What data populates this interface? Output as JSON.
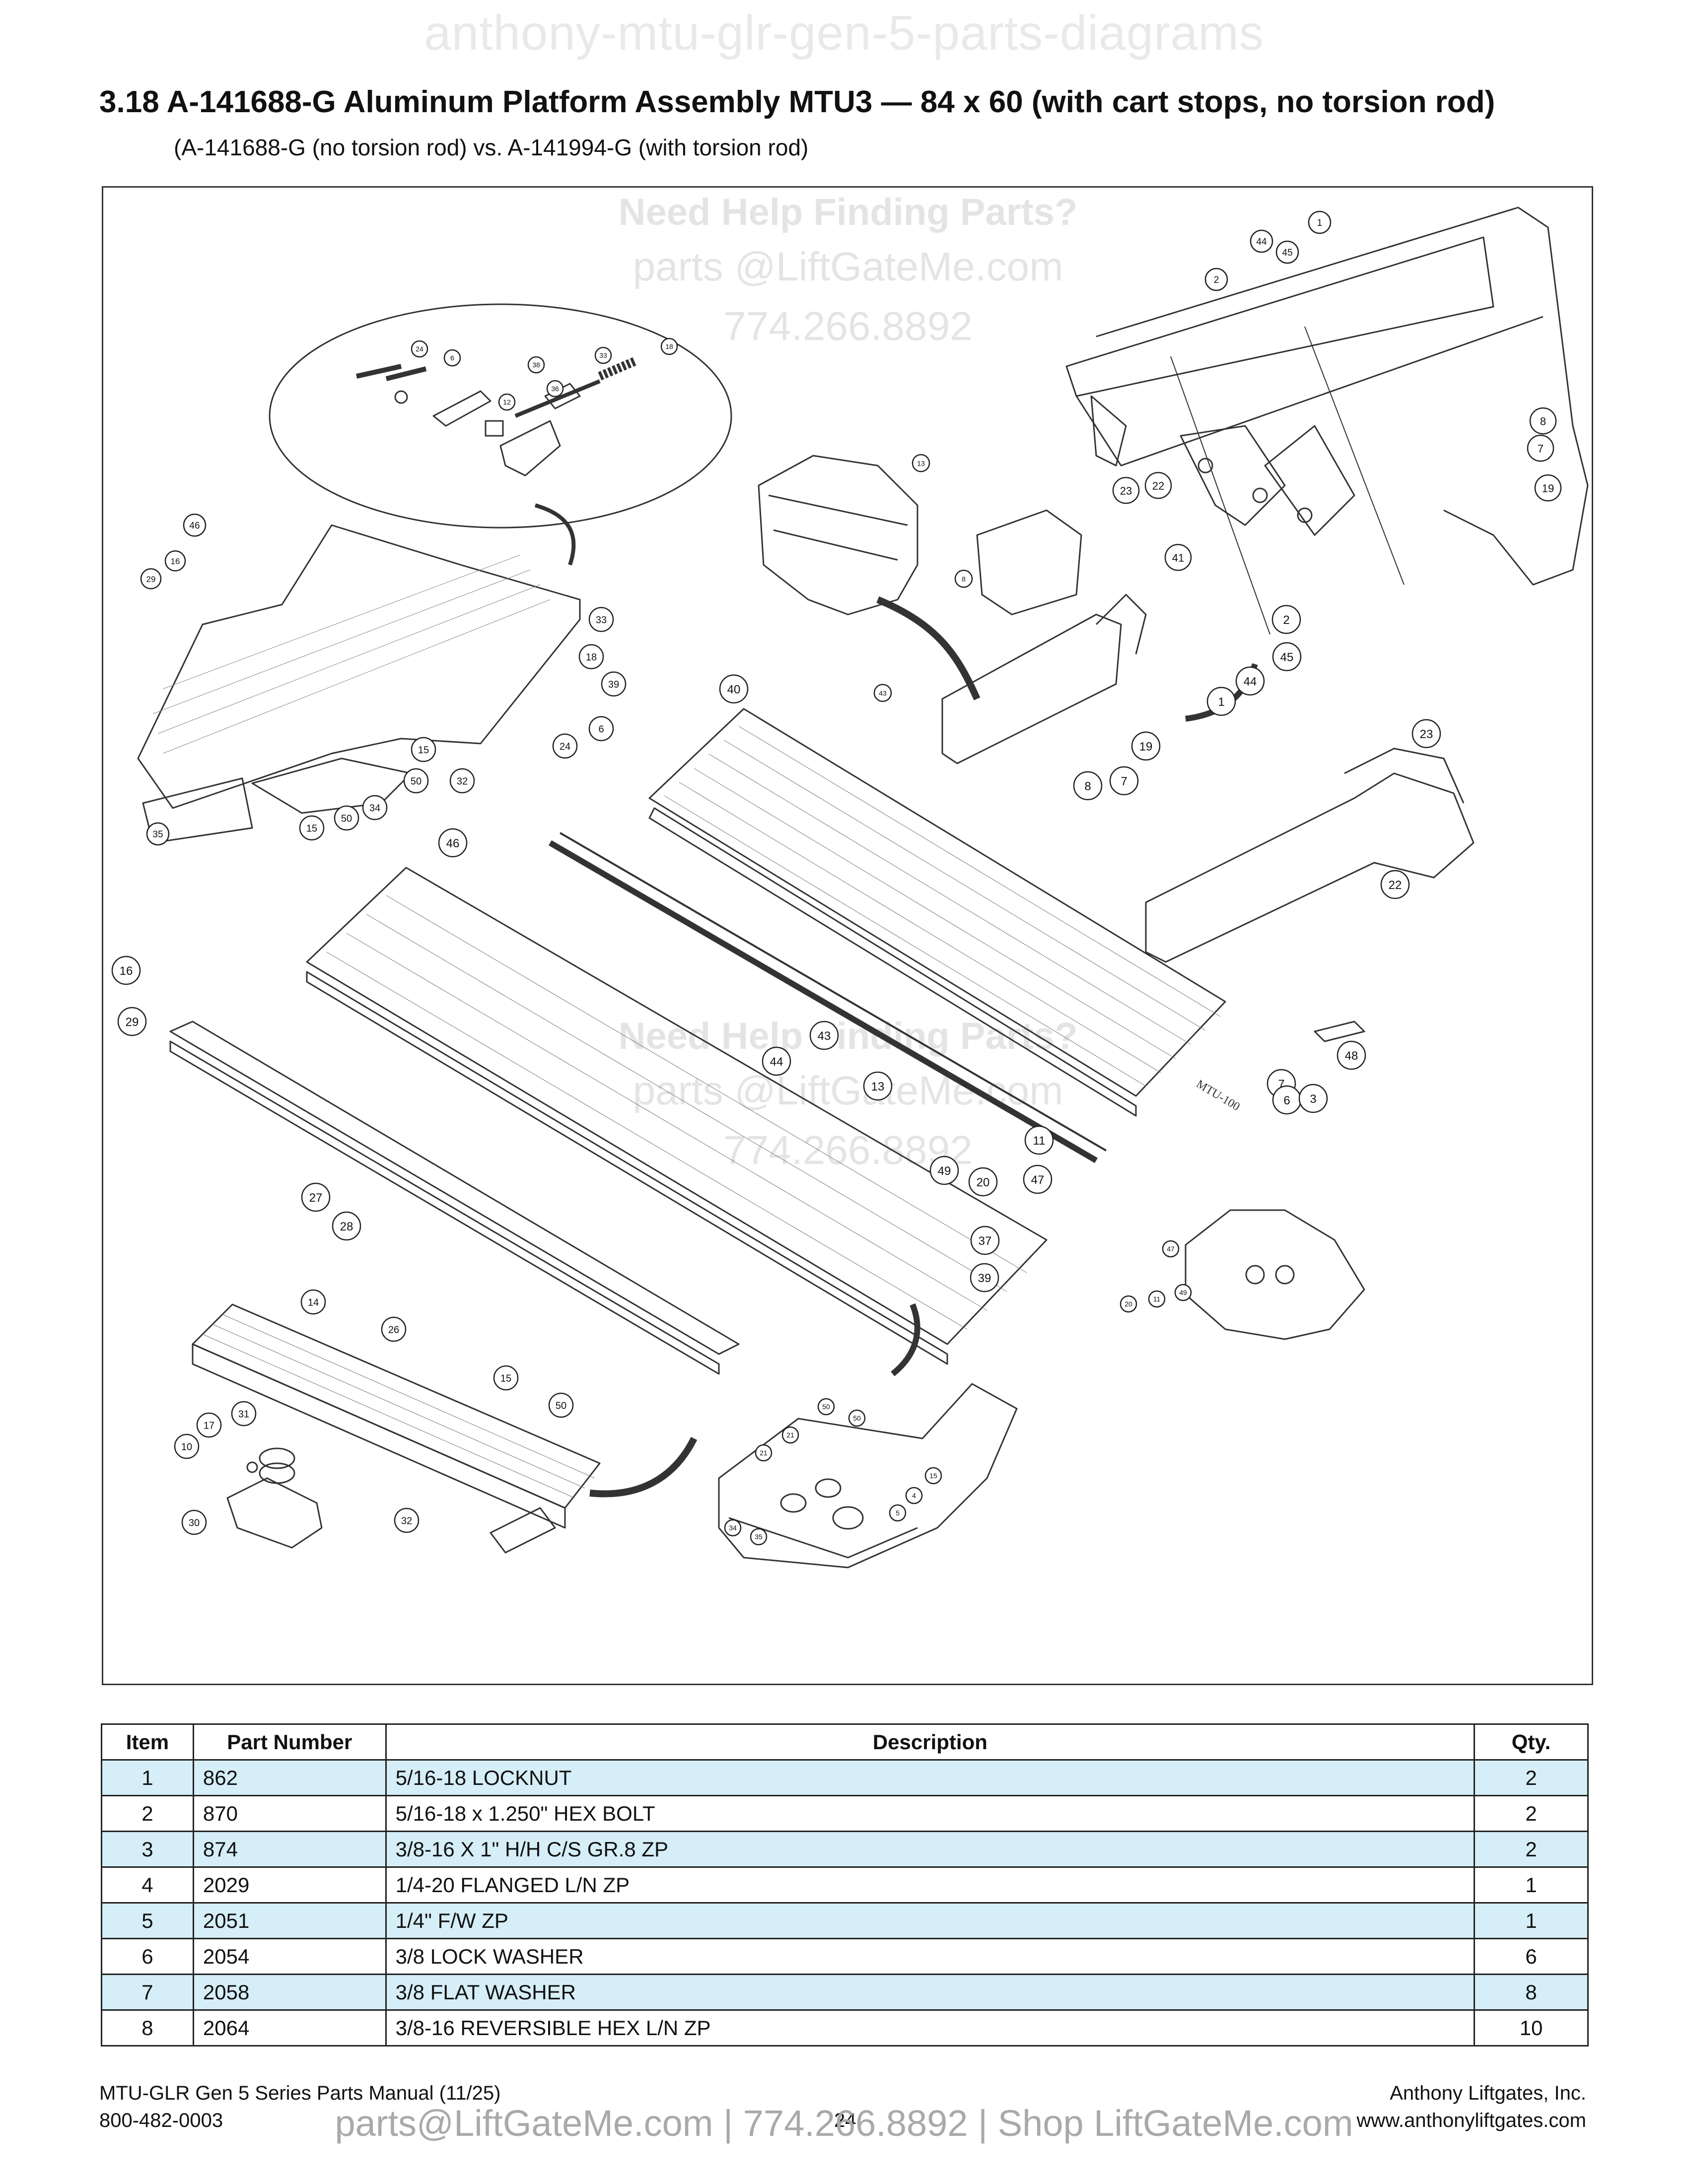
{
  "header": {
    "watermark": "anthony-mtu-glr-gen-5-parts-diagrams",
    "title": "3.18  A-141688-G Aluminum Platform Assembly MTU3 — 84 x 60 (with cart stops, no torsion rod)",
    "subtitle": "(A-141688-G (no torsion rod) vs. A-141994-G (with torsion rod)"
  },
  "diagram_watermark": {
    "line1": "Need Help Finding Parts?",
    "line2": "parts @LiftGateMe.com",
    "line3": "774.266.8892"
  },
  "diagram_callouts": [
    {
      "n": "1"
    },
    {
      "n": "45"
    },
    {
      "n": "44"
    },
    {
      "n": "2"
    },
    {
      "n": "8"
    },
    {
      "n": "7"
    },
    {
      "n": "19"
    },
    {
      "n": "23"
    },
    {
      "n": "22"
    },
    {
      "n": "41"
    },
    {
      "n": "24"
    },
    {
      "n": "6"
    },
    {
      "n": "38"
    },
    {
      "n": "33"
    },
    {
      "n": "18"
    },
    {
      "n": "12"
    },
    {
      "n": "36"
    },
    {
      "n": "13"
    },
    {
      "n": "8"
    },
    {
      "n": "43"
    },
    {
      "n": "46"
    },
    {
      "n": "16"
    },
    {
      "n": "29"
    },
    {
      "n": "33"
    },
    {
      "n": "18"
    },
    {
      "n": "39"
    },
    {
      "n": "6"
    },
    {
      "n": "24"
    },
    {
      "n": "15"
    },
    {
      "n": "32"
    },
    {
      "n": "50"
    },
    {
      "n": "34"
    },
    {
      "n": "35"
    },
    {
      "n": "15"
    },
    {
      "n": "50"
    },
    {
      "n": "40"
    },
    {
      "n": "2"
    },
    {
      "n": "45"
    },
    {
      "n": "44"
    },
    {
      "n": "1"
    },
    {
      "n": "19"
    },
    {
      "n": "7"
    },
    {
      "n": "8"
    },
    {
      "n": "23"
    },
    {
      "n": "22"
    },
    {
      "n": "46"
    },
    {
      "n": "16"
    },
    {
      "n": "29"
    },
    {
      "n": "48"
    },
    {
      "n": "7"
    },
    {
      "n": "6"
    },
    {
      "n": "3"
    },
    {
      "n": "43"
    },
    {
      "n": "44"
    },
    {
      "n": "13"
    },
    {
      "n": "11"
    },
    {
      "n": "47"
    },
    {
      "n": "49"
    },
    {
      "n": "20"
    },
    {
      "n": "27"
    },
    {
      "n": "28"
    },
    {
      "n": "37"
    },
    {
      "n": "39"
    },
    {
      "n": "47"
    },
    {
      "n": "20"
    },
    {
      "n": "11"
    },
    {
      "n": "49"
    },
    {
      "n": "14"
    },
    {
      "n": "26"
    },
    {
      "n": "15"
    },
    {
      "n": "50"
    },
    {
      "n": "31"
    },
    {
      "n": "17"
    },
    {
      "n": "10"
    },
    {
      "n": "30"
    },
    {
      "n": "32"
    },
    {
      "n": "50"
    },
    {
      "n": "21"
    },
    {
      "n": "50"
    },
    {
      "n": "21"
    },
    {
      "n": "15"
    },
    {
      "n": "4"
    },
    {
      "n": "5"
    },
    {
      "n": "34"
    },
    {
      "n": "35"
    }
  ],
  "diagram_texts": {
    "platform_label": "MTU-100"
  },
  "parts_table": {
    "headers": [
      "Item",
      "Part Number",
      "Description",
      "Qty."
    ],
    "rows": [
      [
        "1",
        "862",
        "5/16-18 LOCKNUT",
        "2"
      ],
      [
        "2",
        "870",
        "5/16-18 x 1.250\" HEX BOLT",
        "2"
      ],
      [
        "3",
        "874",
        "3/8-16 X 1\" H/H C/S GR.8 ZP",
        "2"
      ],
      [
        "4",
        "2029",
        "1/4-20 FLANGED L/N ZP",
        "1"
      ],
      [
        "5",
        "2051",
        "1/4\" F/W ZP",
        "1"
      ],
      [
        "6",
        "2054",
        "3/8 LOCK WASHER",
        "6"
      ],
      [
        "7",
        "2058",
        "3/8 FLAT WASHER",
        "8"
      ],
      [
        "8",
        "2064",
        "3/8-16 REVERSIBLE HEX L/N ZP",
        "10"
      ]
    ]
  },
  "footer": {
    "manual": "MTU-GLR Gen 5 Series Parts Manual (11/25)",
    "phone": "800-482-0003",
    "page": "24",
    "company": "Anthony Liftgates, Inc.",
    "website": "www.anthonyliftgates.com",
    "watermark": "parts@LiftGateMe.com | 774.266.8892 | Shop LiftGateMe.com"
  },
  "colors": {
    "row_highlight": "#d5eef8",
    "line": "#222222",
    "watermark": "#e4e4e4"
  }
}
